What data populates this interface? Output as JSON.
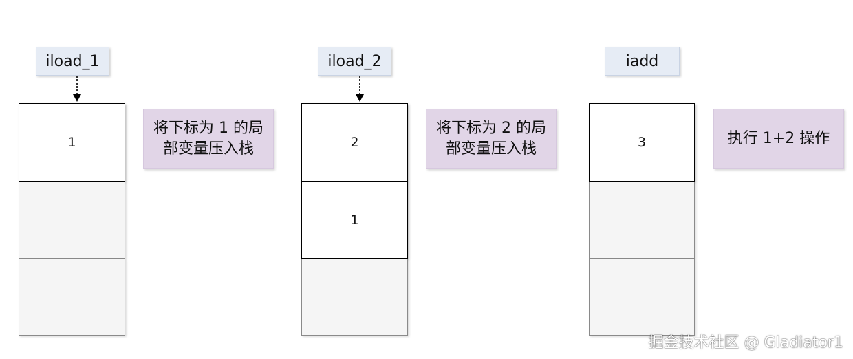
{
  "steps": [
    {
      "instruction": "iload_1",
      "stack": [
        "1",
        "",
        ""
      ],
      "note": "将下标为 1 的局部变量压入栈"
    },
    {
      "instruction": "iload_2",
      "stack": [
        "2",
        "1",
        ""
      ],
      "note": "将下标为 2 的局部变量压入栈"
    },
    {
      "instruction": "iadd",
      "stack": [
        "3",
        "",
        ""
      ],
      "note": "执行 1+2 操作"
    }
  ],
  "watermark": "掘金技术社区 @ Gladiator1",
  "colors": {
    "instruction_fill": "#e6ecf5",
    "note_fill": "#e1d5e7",
    "empty_cell_fill": "#f5f5f5"
  }
}
